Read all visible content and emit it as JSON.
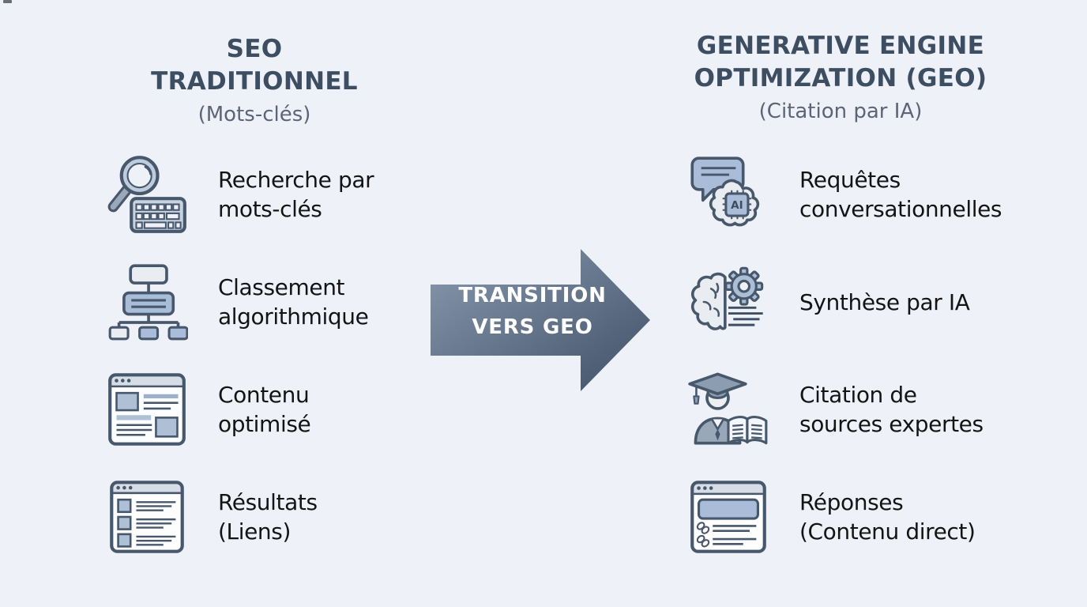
{
  "colors": {
    "background": "#eef1f7",
    "title_text": "#3d4e62",
    "subtitle_text": "#5b6577",
    "body_text": "#141414",
    "arrow_gradient_start": "#8a99ae",
    "arrow_gradient_end": "#3f5068",
    "arrow_text": "#ffffff",
    "icon_stroke": "#48586c",
    "icon_fill_light": "#e9edf2",
    "icon_fill_blue": "#a9bdd8",
    "icon_bar_gray": "#d7dde6"
  },
  "left_column": {
    "title_line1": "SEO",
    "title_line2": "TRADITIONNEL",
    "subtitle": "(Mots-clés)",
    "items": [
      {
        "icon": "search-keyboard-icon",
        "line1": "Recherche par",
        "line2": "mots-clés"
      },
      {
        "icon": "flowchart-icon",
        "line1": "Classement",
        "line2": "algorithmique"
      },
      {
        "icon": "optimized-page-icon",
        "line1": "Contenu",
        "line2": "optimisé"
      },
      {
        "icon": "results-list-icon",
        "line1": "Résultats",
        "line2": "(Liens)"
      }
    ]
  },
  "arrow": {
    "line1": "TRANSITION",
    "line2": "VERS GEO"
  },
  "right_column": {
    "title_line1": "GENERATIVE ENGINE",
    "title_line2": "OPTIMIZATION (GEO)",
    "subtitle": "(Citation par IA)",
    "items": [
      {
        "icon": "chat-ai-brain-icon",
        "line1": "Requêtes",
        "line2": "conversationnelles"
      },
      {
        "icon": "brain-gear-icon",
        "line1": "Synthèse par IA",
        "line2": ""
      },
      {
        "icon": "scholar-book-icon",
        "line1": "Citation de",
        "line2": "sources expertes"
      },
      {
        "icon": "answer-page-icon",
        "line1": "Réponses",
        "line2": "(Contenu direct)"
      }
    ]
  }
}
